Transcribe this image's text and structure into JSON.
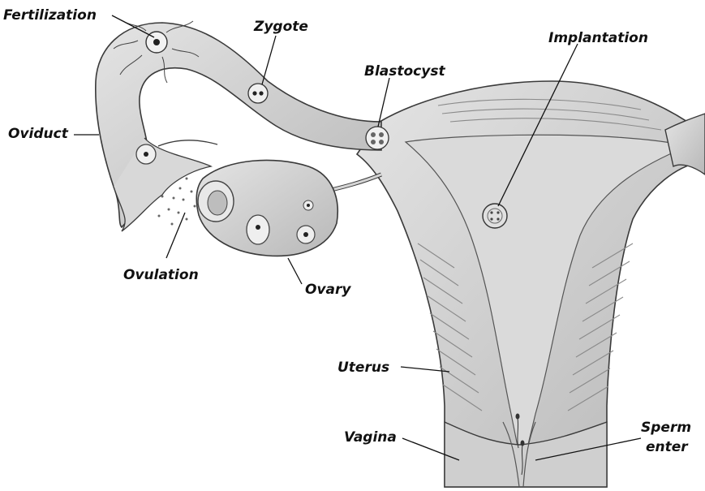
{
  "labels": {
    "fertilization": "Fertilization",
    "zygote": "Zygote",
    "blastocyst": "Blastocyst",
    "implantation": "Implantation",
    "oviduct": "Oviduct",
    "ovulation": "Ovulation",
    "ovary": "Ovary",
    "uterus": "Uterus",
    "vagina": "Vagina",
    "sperm_enter_line1": "Sperm",
    "sperm_enter_line2": "enter"
  },
  "colors": {
    "tissue": "#c9c9c9",
    "tissue_light": "#e6e6e6",
    "tissue_dark": "#8a8a8a",
    "outline": "#3a3a3a",
    "leader_line": "#111111"
  }
}
